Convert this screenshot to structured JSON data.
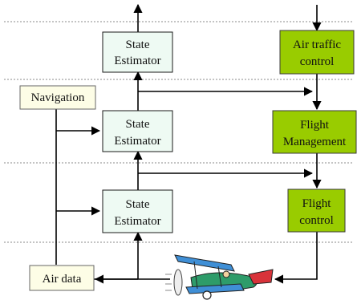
{
  "colors": {
    "estimator_fill": "#eefaf3",
    "estimator_stroke": "#1a1a1a",
    "control_fill": "#99cc00",
    "control_stroke": "#3a3a3a",
    "navdata_fill": "#fdfde6",
    "navdata_stroke": "#666666",
    "divider": "#8a8a8a",
    "connector": "#000000"
  },
  "boxes": {
    "state_estimator_top": {
      "line1": "State",
      "line2": "Estimator"
    },
    "state_estimator_mid": {
      "line1": "State",
      "line2": "Estimator"
    },
    "state_estimator_bottom": {
      "line1": "State",
      "line2": "Estimator"
    },
    "air_traffic_control": {
      "line1": "Air traffic",
      "line2": "control"
    },
    "flight_management": {
      "line1": "Flight",
      "line2": "Management"
    },
    "flight_control": {
      "line1": "Flight",
      "line2": "control"
    },
    "navigation": {
      "label": "Navigation"
    },
    "air_data": {
      "label": "Air data"
    }
  },
  "aircraft_icon": "biplane-illustration"
}
